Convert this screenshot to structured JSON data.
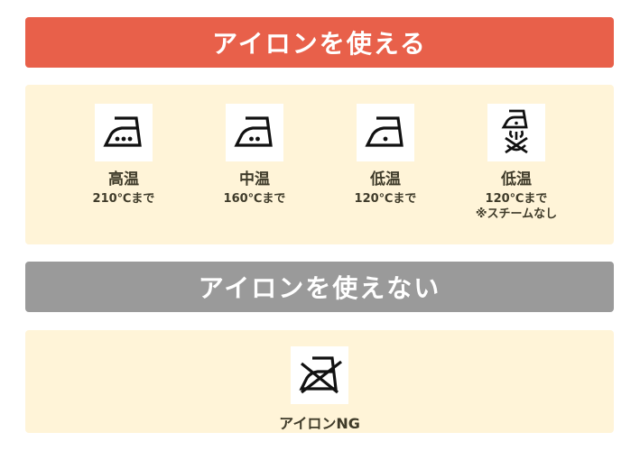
{
  "ok_section": {
    "title": "アイロンを使える",
    "color": "#e8604a",
    "items": [
      {
        "label": "高温",
        "temp": "210℃まで",
        "note": "",
        "dots": 3,
        "icon": "iron-high-temp-icon"
      },
      {
        "label": "中温",
        "temp": "160℃まで",
        "note": "",
        "dots": 2,
        "icon": "iron-medium-temp-icon"
      },
      {
        "label": "低温",
        "temp": "120℃まで",
        "note": "",
        "dots": 1,
        "icon": "iron-low-temp-icon"
      },
      {
        "label": "低温",
        "temp": "120℃まで",
        "note": "※スチームなし",
        "dots": 1,
        "icon": "iron-low-temp-no-steam-icon"
      }
    ]
  },
  "ng_section": {
    "title": "アイロンを使えない",
    "color": "#9a9a9a",
    "item": {
      "label": "アイロンNG",
      "icon": "iron-prohibited-icon"
    }
  },
  "colors": {
    "panel_bg": "#fff4d8",
    "text": "#3f3b2a"
  }
}
